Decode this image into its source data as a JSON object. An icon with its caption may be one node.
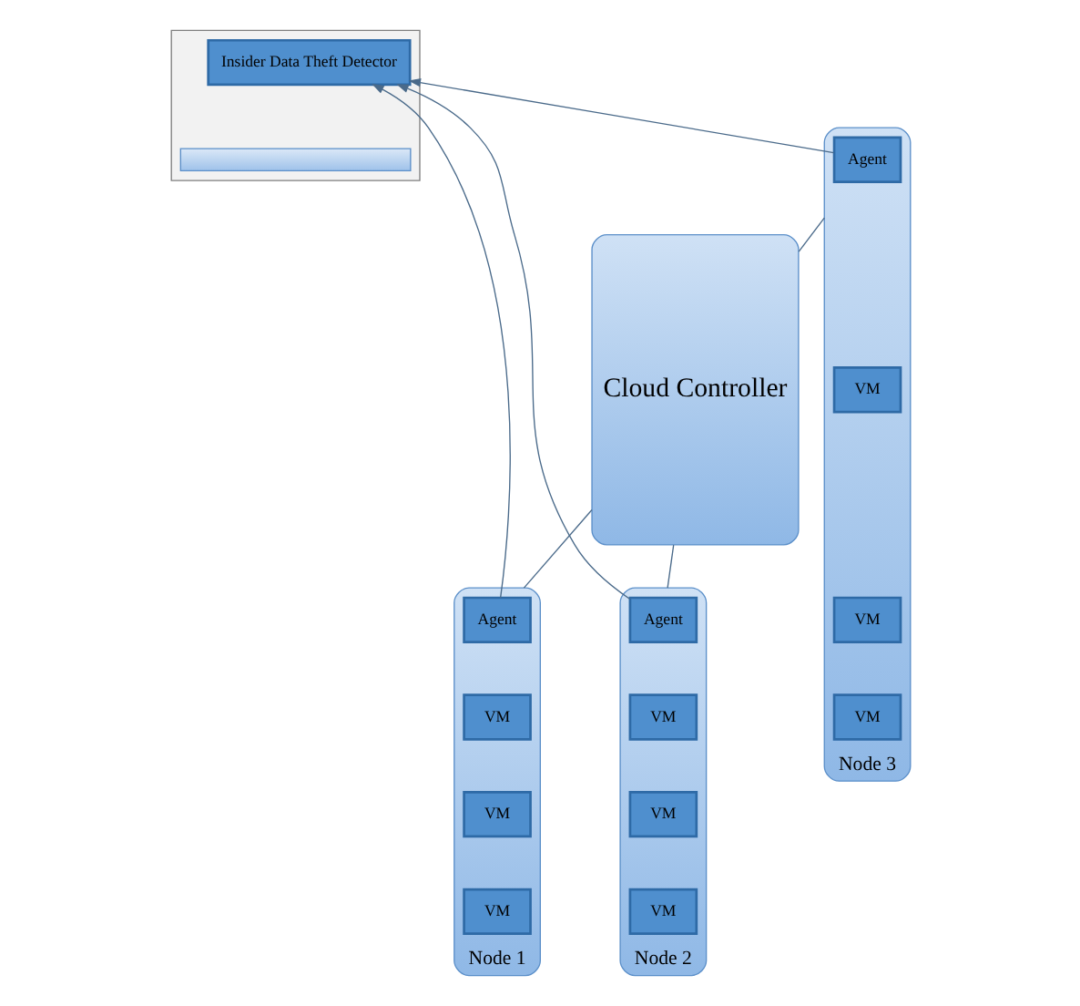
{
  "diagram": {
    "nodes": [
      {
        "text": [],
        "shape": "box"
      },
      {
        "text": [
          "Insider Data Theft Detector"
        ],
        "in": 0
      },
      {
        "text": [],
        "shape": "bar",
        "in": 0
      },
      {
        "text": [
          "Cloud Controller"
        ]
      },
      {
        "text": [
          "Node 1"
        ]
      },
      {
        "text": [
          "Agent"
        ],
        "in": 4
      },
      {
        "text": [
          "VM"
        ],
        "in": 4
      },
      {
        "text": [
          "VM"
        ],
        "in": 4
      },
      {
        "text": [
          "VM"
        ],
        "in": 4
      },
      {
        "text": [
          "Node 2"
        ]
      },
      {
        "text": [
          "Agent"
        ],
        "in": 9
      },
      {
        "text": [
          "VM"
        ],
        "in": 9
      },
      {
        "text": [
          "VM"
        ],
        "in": 9
      },
      {
        "text": [
          "VM"
        ],
        "in": 9
      },
      {
        "text": [
          "Node 3"
        ]
      },
      {
        "text": [
          "Agent"
        ],
        "in": 14
      },
      {
        "text": [
          "VM"
        ],
        "in": 14
      },
      {
        "text": [
          "VM"
        ],
        "in": 14
      },
      {
        "text": [
          "VM"
        ],
        "in": 14
      }
    ],
    "edges": [
      {
        "from": 5,
        "to": 1,
        "arrow": "to"
      },
      {
        "from": 10,
        "to": 1,
        "arrow": "to"
      },
      {
        "from": 15,
        "to": 1,
        "arrow": "to"
      },
      {
        "from": 3,
        "to": 4,
        "arrow": "none"
      },
      {
        "from": 3,
        "to": 9,
        "arrow": "none"
      },
      {
        "from": 14,
        "to": 3,
        "arrow": "none"
      }
    ]
  }
}
